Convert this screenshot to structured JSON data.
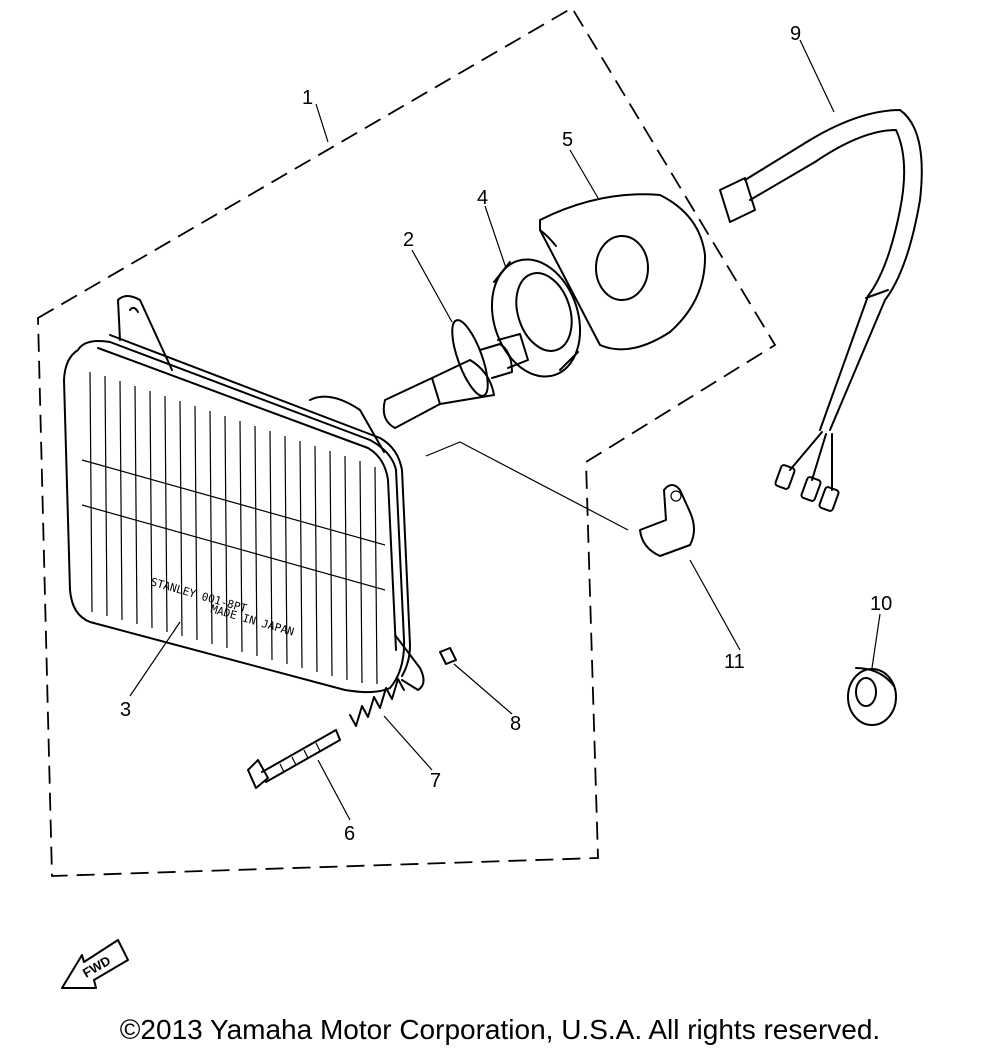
{
  "callouts": {
    "c1": "1",
    "c2": "2",
    "c3": "3",
    "c4": "4",
    "c5": "5",
    "c6": "6",
    "c7": "7",
    "c8": "8",
    "c9": "9",
    "c10": "10",
    "c11": "11"
  },
  "lens_text": {
    "line1": "STANLEY 001-8PT",
    "line2": "MADE IN JAPAN"
  },
  "fwd_label": "FWD",
  "copyright": "©2013 Yamaha Motor Corporation, U.S.A. All rights reserved."
}
